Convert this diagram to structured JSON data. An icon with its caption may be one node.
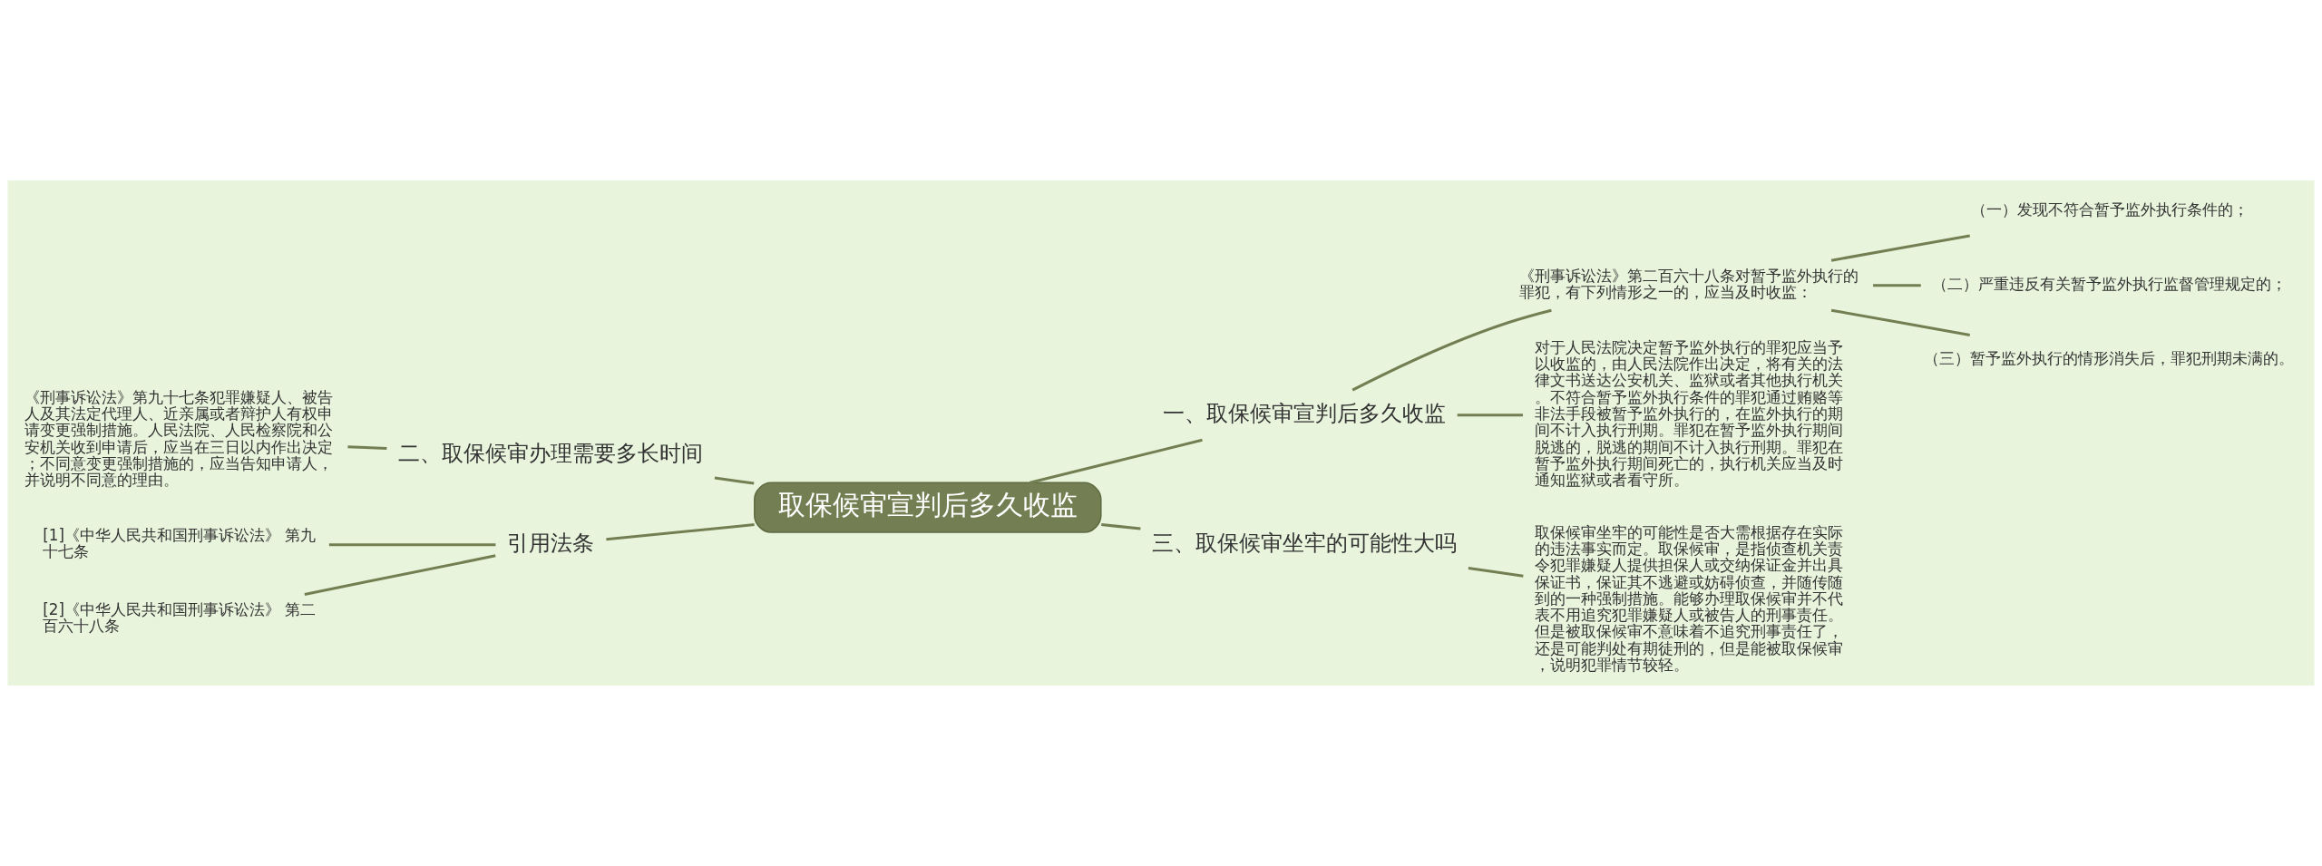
{
  "diagram": {
    "nodes": [
      {
        "text": [
          "取保候审宣判后多久收监"
        ]
      },
      {
        "text": [
          "一、取保候审宣判后多久收监"
        ]
      },
      {
        "text": [
          "《刑事诉讼法》第二百六十八条对暂予监外执行的罪犯，有下列情形之一的，应当及时收监："
        ]
      },
      {
        "text": [
          "（一）发现不符合暂予监外执行条件的；"
        ]
      },
      {
        "text": [
          "（二）严重违反有关暂予监外执行监督管理规定的；"
        ]
      },
      {
        "text": [
          "（三）暂予监外执行的情形消失后，罪犯刑期未满的。"
        ]
      },
      {
        "text": [
          "对于人民法院决定暂予监外执行的罪犯应当予以收监的，由人民法院作出决定，将有关的法律文书送达公安机关、监狱或者其他执行机关。不符合暂予监外执行条件的罪犯通过贿赂等非法手段被暂予监外执行的，在监外执行的期间不计入执行刑期。罪犯在暂予监外执行期间脱逃的，脱逃的期间不计入执行刑期。罪犯在暂予监外执行期间死亡的，执行机关应当及时通知监狱或者看守所。"
        ]
      },
      {
        "text": [
          "三、取保候审坐牢的可能性大吗"
        ]
      },
      {
        "text": [
          "取保候审坐牢的可能性是否大需根据存在实际的违法事实而定。取保候审，是指侦查机关责令犯罪嫌疑人提供担保人或交纳保证金并出具保证书，保证其不逃避或妨碍侦查，并随传随到的一种强制措施。能够办理取保候审并不代表不用追究犯罪嫌疑人或被告人的刑事责任。但是被取保候审不意味着不追究刑事责任了，还是可能判处有期徒刑的，但是能被取保候审，说明犯罪情节较轻。"
        ]
      },
      {
        "text": [
          "二、取保候审办理需要多长时间"
        ]
      },
      {
        "text": [
          "《刑事诉讼法》第九十七条犯罪嫌疑人、被告人及其法定代理人、近亲属或者辩护人有权申请变更强制措施。人民法院、人民检察院和公安机关收到申请后，应当在三日以内作出决定；不同意变更强制措施的，应当告知申请人，并说明不同意的理由。"
        ]
      },
      {
        "text": [
          "引用法条"
        ]
      },
      {
        "text": [
          "[1]《中华人民共和国刑事诉讼法》 第九十七条"
        ]
      },
      {
        "text": [
          "[2]《中华人民共和国刑事诉讼法》 第二百六十八条"
        ]
      }
    ],
    "edges": [
      {
        "from": 0,
        "to": 1,
        "arrow": "none"
      },
      {
        "from": 1,
        "to": 2,
        "arrow": "none"
      },
      {
        "from": 2,
        "to": 3,
        "arrow": "none"
      },
      {
        "from": 2,
        "to": 4,
        "arrow": "none"
      },
      {
        "from": 2,
        "to": 5,
        "arrow": "none"
      },
      {
        "from": 1,
        "to": 6,
        "arrow": "none"
      },
      {
        "from": 0,
        "to": 7,
        "arrow": "none"
      },
      {
        "from": 7,
        "to": 8,
        "arrow": "none"
      },
      {
        "from": 0,
        "to": 9,
        "arrow": "none"
      },
      {
        "from": 9,
        "to": 10,
        "arrow": "none"
      },
      {
        "from": 0,
        "to": 11,
        "arrow": "none"
      },
      {
        "from": 11,
        "to": 12,
        "arrow": "none"
      },
      {
        "from": 11,
        "to": 13,
        "arrow": "none"
      }
    ]
  }
}
